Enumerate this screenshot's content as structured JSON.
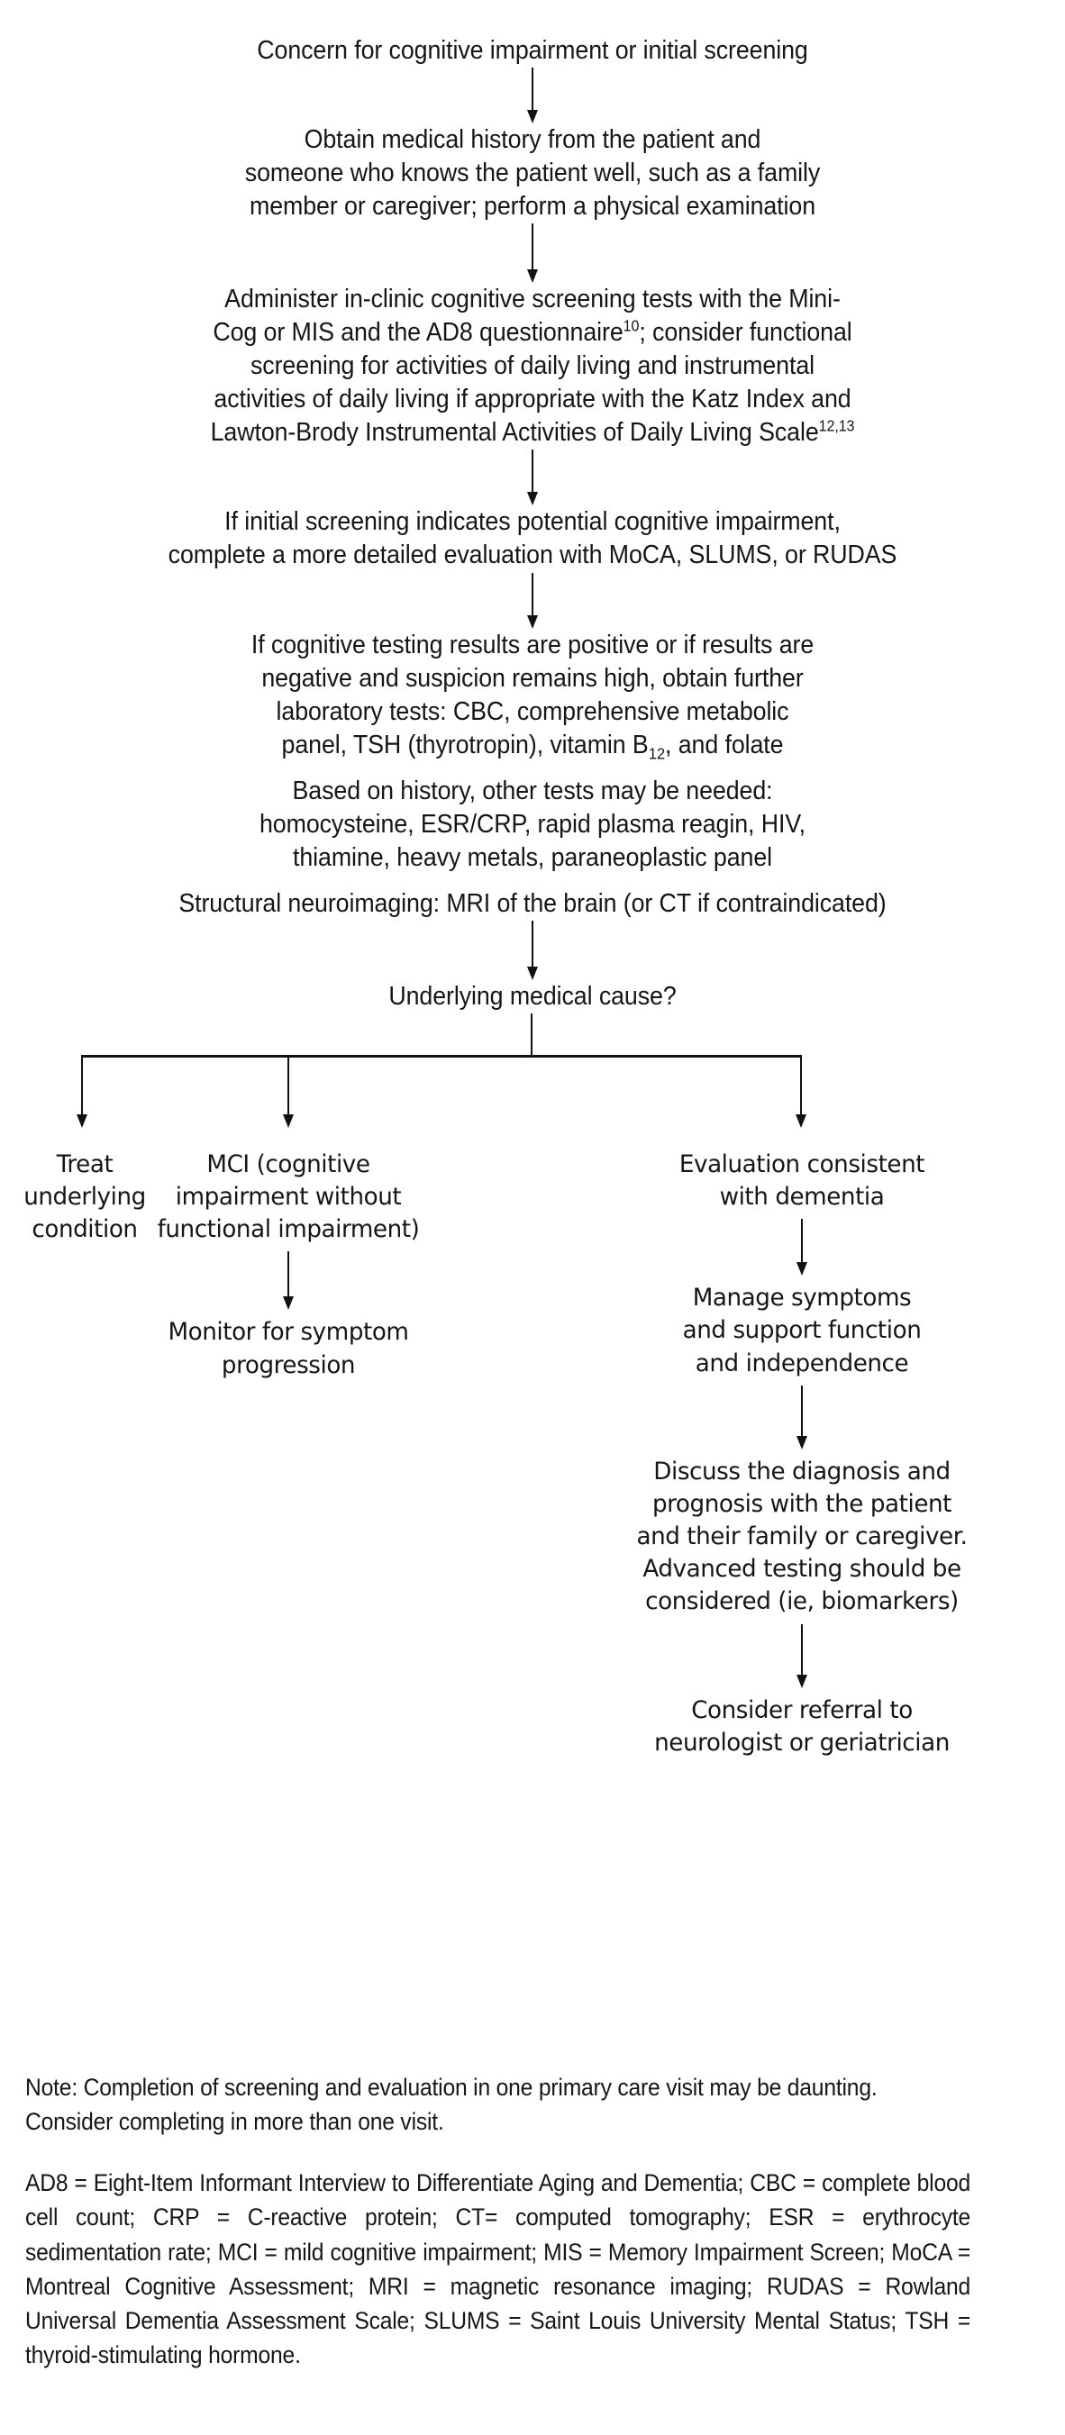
{
  "figure": {
    "title": "Cognitive impairment screening and evaluation algorithm",
    "accent_color": "#111111",
    "background_color": "#ffffff"
  },
  "flow": {
    "trunk": [
      {
        "id": "concern",
        "lines": [
          "Concern for cognitive impairment or initial screening"
        ]
      },
      {
        "id": "history",
        "lines": [
          "Obtain medical history from the patient and",
          "someone who knows the patient well, such as a family",
          "member or caregiver; perform a  physical examination"
        ]
      },
      {
        "id": "administer-screening",
        "lines": [
          "Administer in-clinic cognitive screening tests with the Mini-",
          "Cog or MIS and the AD8 questionnaire10; consider functional",
          "screening for activities of daily living and instrumental",
          "activities of daily living if appropriate with the Katz Index and",
          "Lawton-Brody Instrumental Activities of Daily Living Scale12,13"
        ]
      },
      {
        "id": "detailed-evaluation",
        "lines": [
          "If initial screening indicates potential cognitive impairment,",
          "complete a more detailed evaluation with MoCA, SLUMS, or RUDAS"
        ]
      },
      {
        "id": "laboratory-tests",
        "lines": [
          "If cognitive testing results are positive or if results are",
          "negative and suspicion remains high, obtain further",
          "laboratory tests:  CBC, comprehensive metabolic",
          "panel, TSH (thyrotropin), vitamin B12, and folate"
        ]
      },
      {
        "id": "other-tests",
        "lines": [
          "Based on history, other tests may be needed:",
          "homocysteine, ESR/CRP, rapid plasma reagin, HIV,",
          "thiamine, heavy metals, paraneoplastic panel"
        ]
      },
      {
        "id": "neuroimaging",
        "lines": [
          "Structural neuroimaging: MRI of the brain (or CT if contraindicated)"
        ]
      },
      {
        "id": "decision",
        "lines": [
          "Underlying medical cause?"
        ]
      }
    ],
    "superscripts": {
      "ad8_ref": "10",
      "scale_ref": "12,13",
      "b12_sub": "12"
    },
    "branches": [
      {
        "id": "treat-underlying",
        "lines": [
          "Treat",
          "underlying",
          "condition"
        ],
        "followups": []
      },
      {
        "id": "mci",
        "lines": [
          "MCI (cognitive",
          "impairment without",
          "functional impairment)"
        ],
        "followups": [
          {
            "id": "monitor",
            "lines": [
              "Monitor for symptom",
              "progression"
            ]
          }
        ]
      },
      {
        "id": "dementia",
        "lines": [
          "Evaluation consistent",
          "with dementia"
        ],
        "followups": [
          {
            "id": "manage-symptoms",
            "lines": [
              "Manage symptoms",
              "and support function",
              "and independence"
            ]
          },
          {
            "id": "discuss-diagnosis",
            "lines": [
              "Discuss the diagnosis and",
              "prognosis with the patient",
              "and their family or caregiver.",
              "Advanced testing should be",
              "considered (ie, biomarkers)"
            ]
          },
          {
            "id": "referral",
            "lines": [
              "Consider referral to",
              "neurologist or geriatrician"
            ]
          }
        ]
      }
    ]
  },
  "footnotes": {
    "note": "Note: Completion of screening and evaluation in one primary care visit may be daunting. Consider completing in more than one visit.",
    "abbreviations": "AD8 = Eight-Item Informant Interview to Differentiate Aging and Dementia; CBC = complete blood cell count; CRP = C-reactive protein; CT= computed tomography; ESR = erythrocyte sedimentation rate; MCI = mild cognitive impairment; MIS = Memory Impairment Screen; MoCA = Montreal Cognitive Assessment; MRI = magnetic resonance imaging; RUDAS = Rowland Universal Dementia Assessment Scale; SLUMS = Saint Louis University Mental Status; TSH = thyroid-stimulating hormone."
  }
}
